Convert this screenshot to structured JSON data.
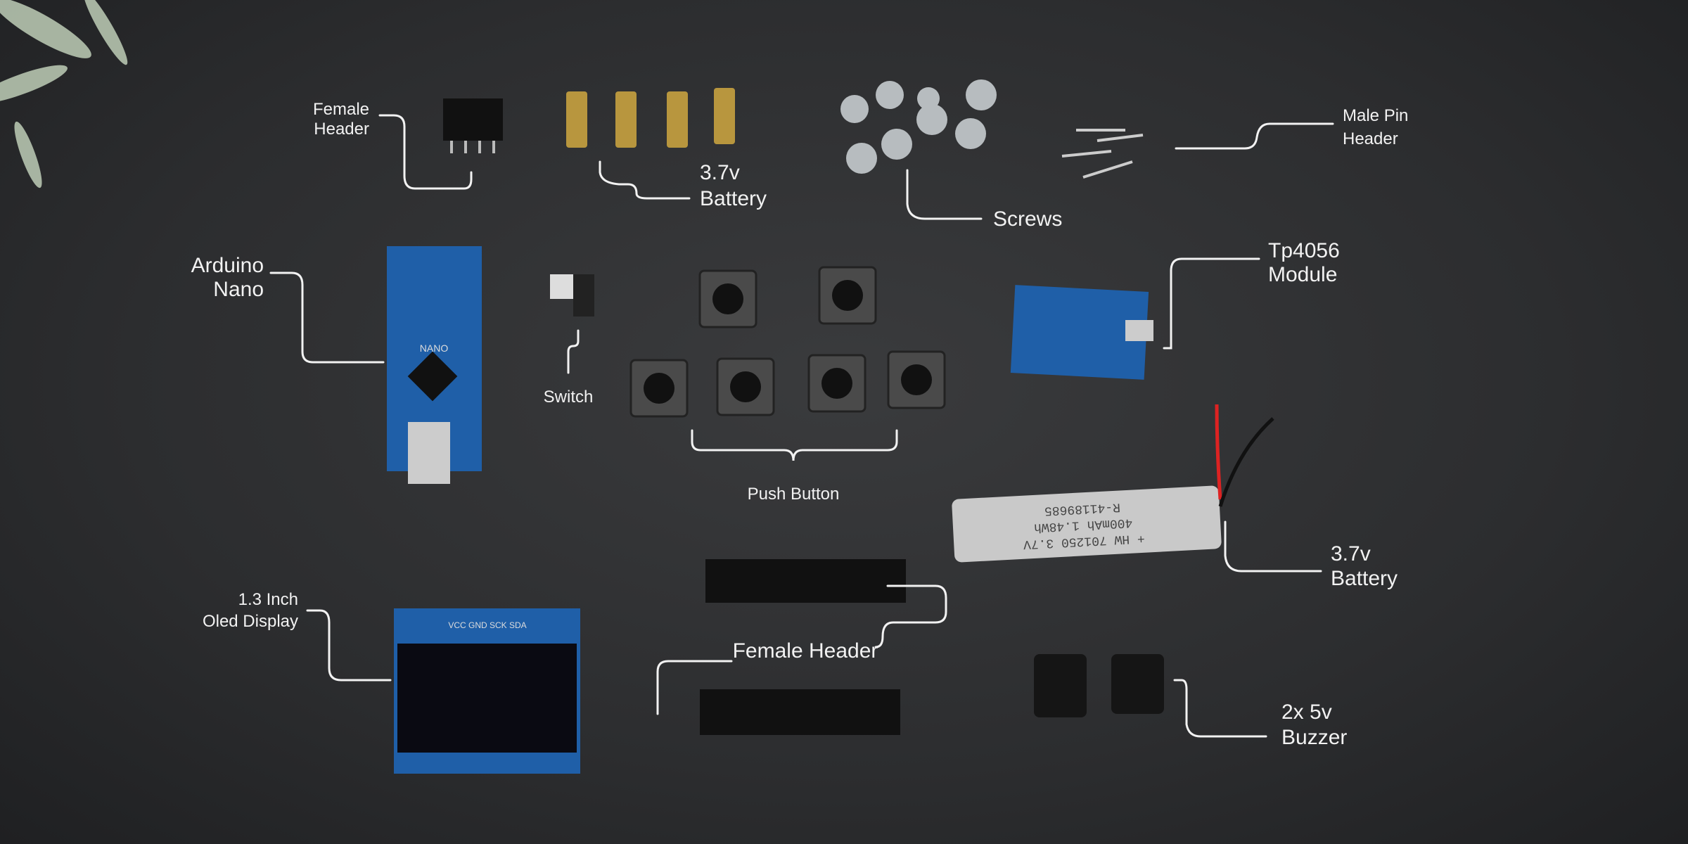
{
  "labels": {
    "female_header_top": [
      "Female",
      "Header"
    ],
    "battery_top": [
      "3.7v",
      "Battery"
    ],
    "screws": "Screws",
    "male_pin_header": [
      "Male Pin",
      "Header"
    ],
    "arduino_nano": [
      "Arduino",
      "Nano"
    ],
    "switch": "Switch",
    "tp4056": [
      "Tp4056",
      "Module"
    ],
    "push_button": "Push Button",
    "battery_right": [
      "3.7v",
      "Battery"
    ],
    "oled": [
      "1.3 Inch",
      "Oled Display"
    ],
    "female_header_bottom": "Female Header",
    "buzzer": [
      "2x 5v",
      "Buzzer"
    ]
  },
  "printed_markings": {
    "battery_cell": [
      "+ HW 701250 3.7V",
      "400mAh 1.48Wh",
      "R-41189685"
    ],
    "oled_pins": "VCC GND SCK SDA",
    "nano": "NANO"
  },
  "colors": {
    "background": "#2c2d2f",
    "pcb_blue": "#1f5fa8",
    "label": "#f2f2f2",
    "brass": "#b8963e",
    "battery": "#c9c9c9"
  }
}
